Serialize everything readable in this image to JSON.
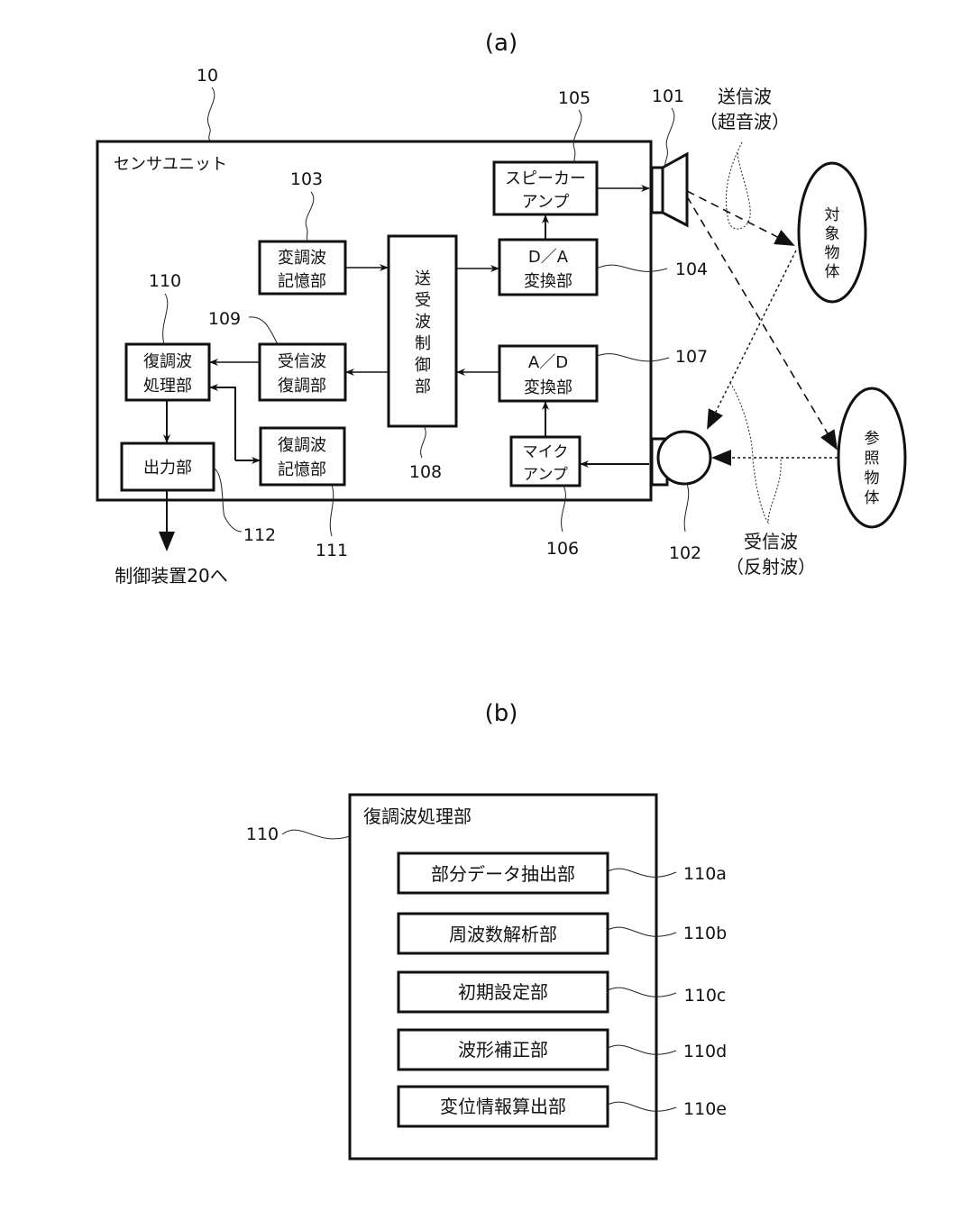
{
  "figure_a": {
    "caption": "(a)",
    "sensor_unit": {
      "ref": "10",
      "label": "センサユニット"
    },
    "blocks": {
      "modulated_wave_memory": {
        "ref": "103",
        "line1": "変調波",
        "line2": "記憶部"
      },
      "tx_rx_control": {
        "ref": "108",
        "chars": [
          "送",
          "受",
          "波",
          "制",
          "御",
          "部"
        ]
      },
      "speaker_amp": {
        "ref": "105",
        "line1": "スピーカー",
        "line2": "アンプ"
      },
      "da_converter": {
        "ref": "104",
        "line1": "D／A",
        "line2": "変換部"
      },
      "ad_converter": {
        "ref": "107",
        "line1": "A／D",
        "line2": "変換部"
      },
      "mic_amp": {
        "ref": "106",
        "line1": "マイク",
        "line2": "アンプ"
      },
      "received_wave_demod": {
        "ref": "109",
        "line1": "受信波",
        "line2": "復調部"
      },
      "demod_wave_processing": {
        "ref": "110",
        "line1": "復調波",
        "line2": "処理部"
      },
      "demod_wave_memory": {
        "ref": "111",
        "line1": "復調波",
        "line2": "記憶部"
      },
      "output_unit": {
        "ref": "112",
        "label": "出力部"
      }
    },
    "speaker": {
      "ref": "101"
    },
    "microphone": {
      "ref": "102"
    },
    "transmit_wave": {
      "line1": "送信波",
      "line2": "（超音波）"
    },
    "received_wave": {
      "line1": "受信波",
      "line2": "（反射波）"
    },
    "target_object": {
      "chars": [
        "対",
        "象",
        "物",
        "体"
      ]
    },
    "reference_object": {
      "chars": [
        "参",
        "照",
        "物",
        "体"
      ]
    },
    "output_destination": "制御装置20へ"
  },
  "figure_b": {
    "caption": "(b)",
    "container": {
      "ref": "110",
      "label": "復調波処理部"
    },
    "sub_units": [
      {
        "ref": "110a",
        "label": "部分データ抽出部"
      },
      {
        "ref": "110b",
        "label": "周波数解析部"
      },
      {
        "ref": "110c",
        "label": "初期設定部"
      },
      {
        "ref": "110d",
        "label": "波形補正部"
      },
      {
        "ref": "110e",
        "label": "変位情報算出部"
      }
    ]
  }
}
